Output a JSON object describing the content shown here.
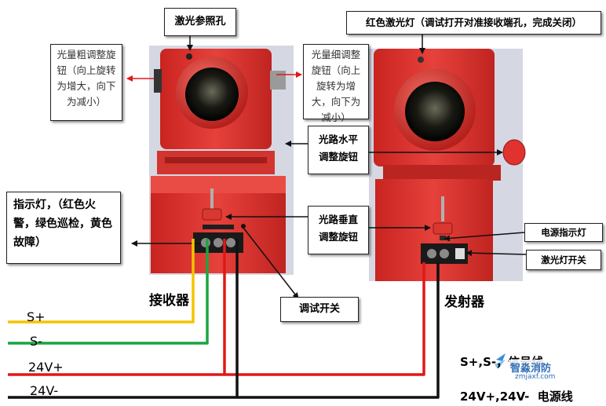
{
  "labels": {
    "laser_ref_hole": "激光参照孔",
    "red_laser_lamp": "红色激光灯（调试打开对准接收端孔，完成关闭）",
    "coarse_knob": "光量粗调整旋钮（向上旋转为增大，向下为减小）",
    "fine_knob": "光量细调整旋钮（向上旋转为增大，向下为减小）",
    "horizontal_knob": "光路水平调整旋钮",
    "vertical_knob": "光路垂直调整旋钮",
    "indicator": "指示灯，（红色火警，绿色巡检，黄色故障）",
    "power_indicator": "电源指示灯",
    "laser_switch": "激光灯开关",
    "debug_switch": "调试开关",
    "receiver": "接收器",
    "transmitter": "发射器",
    "signal_line": "S+,S-，信号线",
    "power_line": "24V+,24V-  电源线"
  },
  "wires": {
    "s_plus": "S+",
    "s_minus": "S-",
    "v24_plus": "24V+",
    "v24_minus": "24V-"
  },
  "watermark": {
    "brand": "智淼消防",
    "url": "zmjaxf.com"
  },
  "colors": {
    "device_red": "#e0322f",
    "s_plus_wire": "#f5c400",
    "s_minus_wire": "#1aa640",
    "v24_plus_wire": "#e01818",
    "v24_minus_wire": "#111111",
    "arrow_red": "#e01818"
  }
}
